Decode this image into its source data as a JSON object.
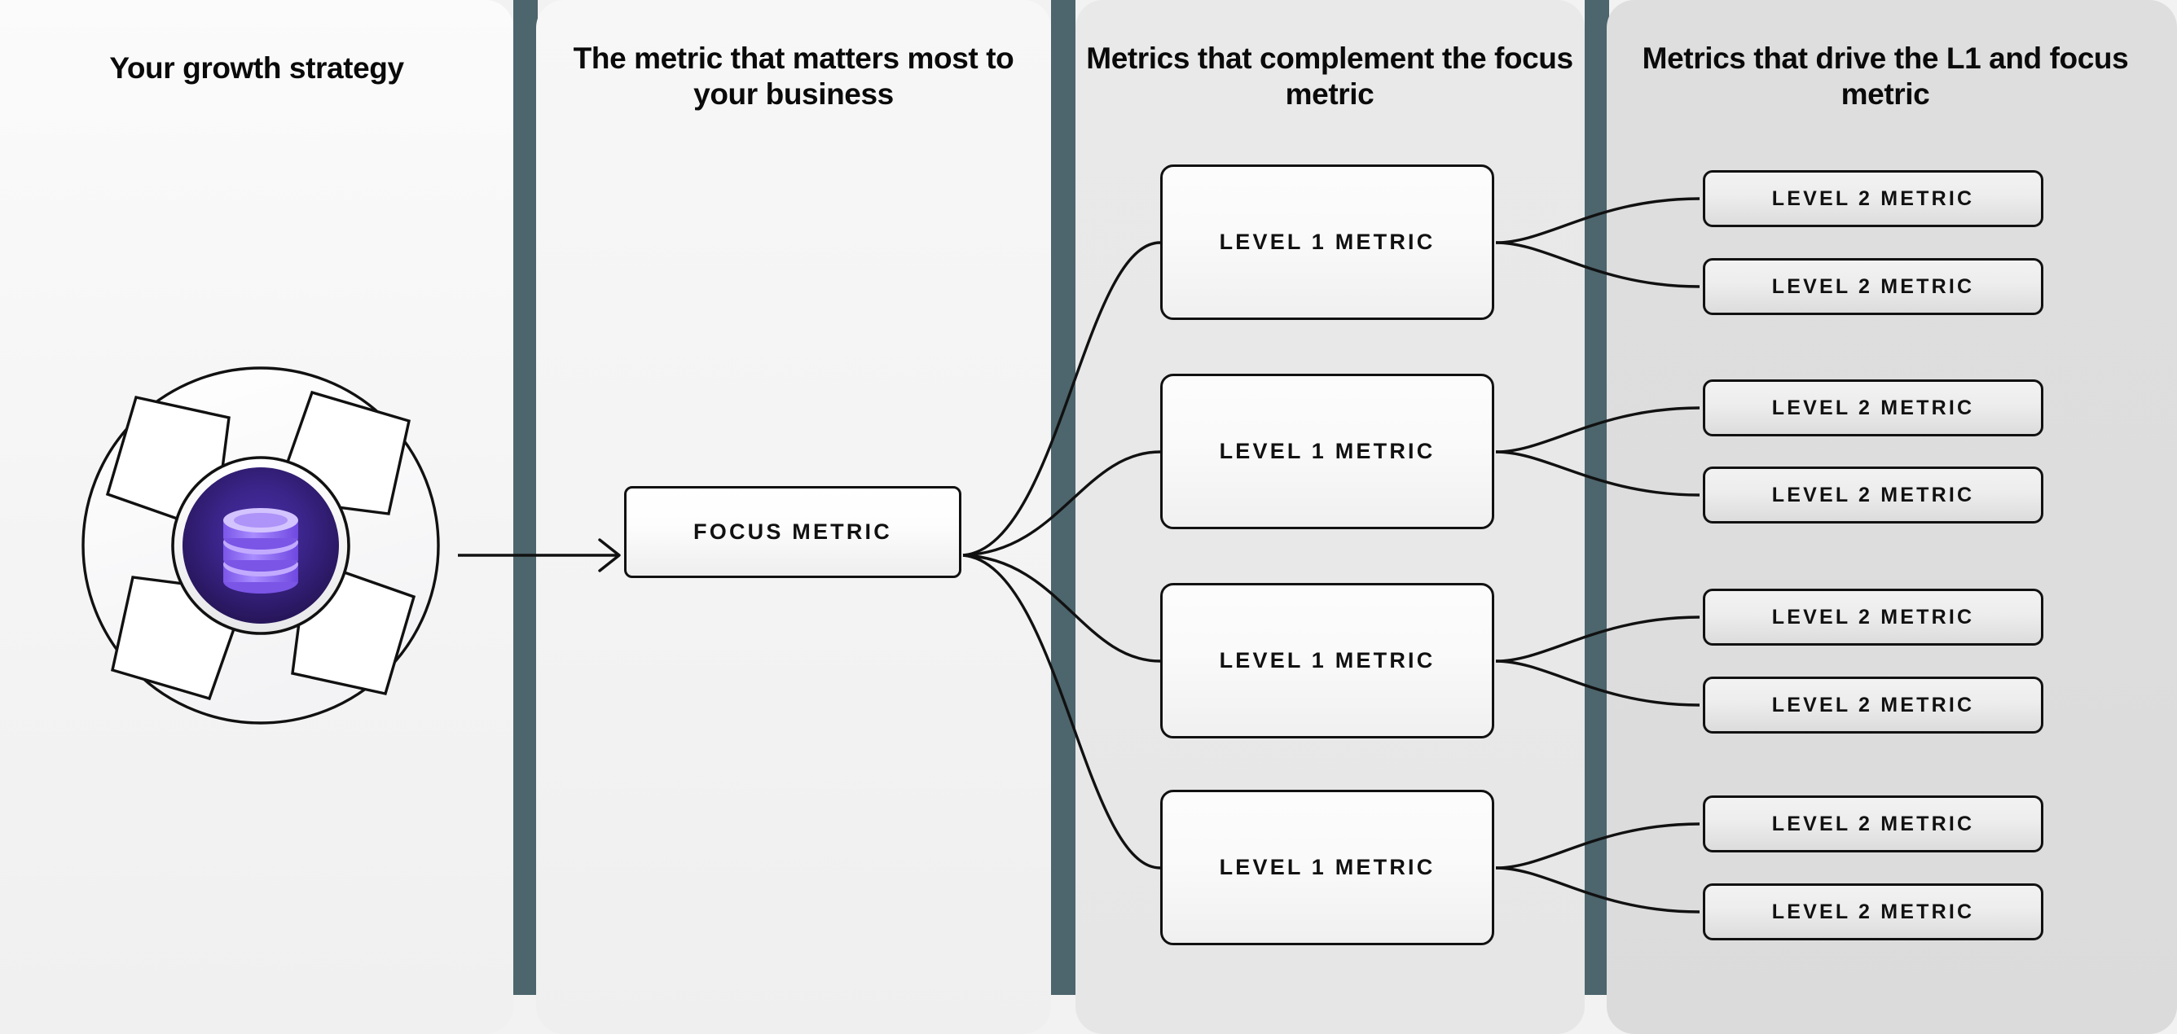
{
  "theme": {
    "divider_color": "#4d656d",
    "node_border_color": "#111111",
    "text_color": "#0a0a0a",
    "db_icon_accent": "#8b6cf0",
    "db_icon_bg_dark": "#2c1b6b",
    "panel_1_bg": "#f7f7f7",
    "panel_2_bg": "#f3f3f3",
    "panel_3_bg": "#e8e8e8",
    "panel_4_bg": "#dddddd"
  },
  "columns": [
    {
      "id": "growth-strategy",
      "title": "Your growth strategy"
    },
    {
      "id": "focus-metric",
      "title": "The metric that matters most to your business"
    },
    {
      "id": "complement",
      "title": "Metrics that complement the focus metric"
    },
    {
      "id": "drivers",
      "title": "Metrics that drive the L1 and focus metric"
    }
  ],
  "hero": {
    "icon": "database-icon",
    "shape": "pinwheel-circle"
  },
  "focus_node": {
    "label": "FOCUS METRIC"
  },
  "level1_nodes": [
    {
      "label": "LEVEL 1 METRIC"
    },
    {
      "label": "LEVEL 1 METRIC"
    },
    {
      "label": "LEVEL 1 METRIC"
    },
    {
      "label": "LEVEL 1 METRIC"
    }
  ],
  "level2_nodes": [
    {
      "label": "LEVEL 2 METRIC"
    },
    {
      "label": "LEVEL 2 METRIC"
    },
    {
      "label": "LEVEL 2 METRIC"
    },
    {
      "label": "LEVEL 2 METRIC"
    },
    {
      "label": "LEVEL 2 METRIC"
    },
    {
      "label": "LEVEL 2 METRIC"
    },
    {
      "label": "LEVEL 2 METRIC"
    },
    {
      "label": "LEVEL 2 METRIC"
    }
  ]
}
